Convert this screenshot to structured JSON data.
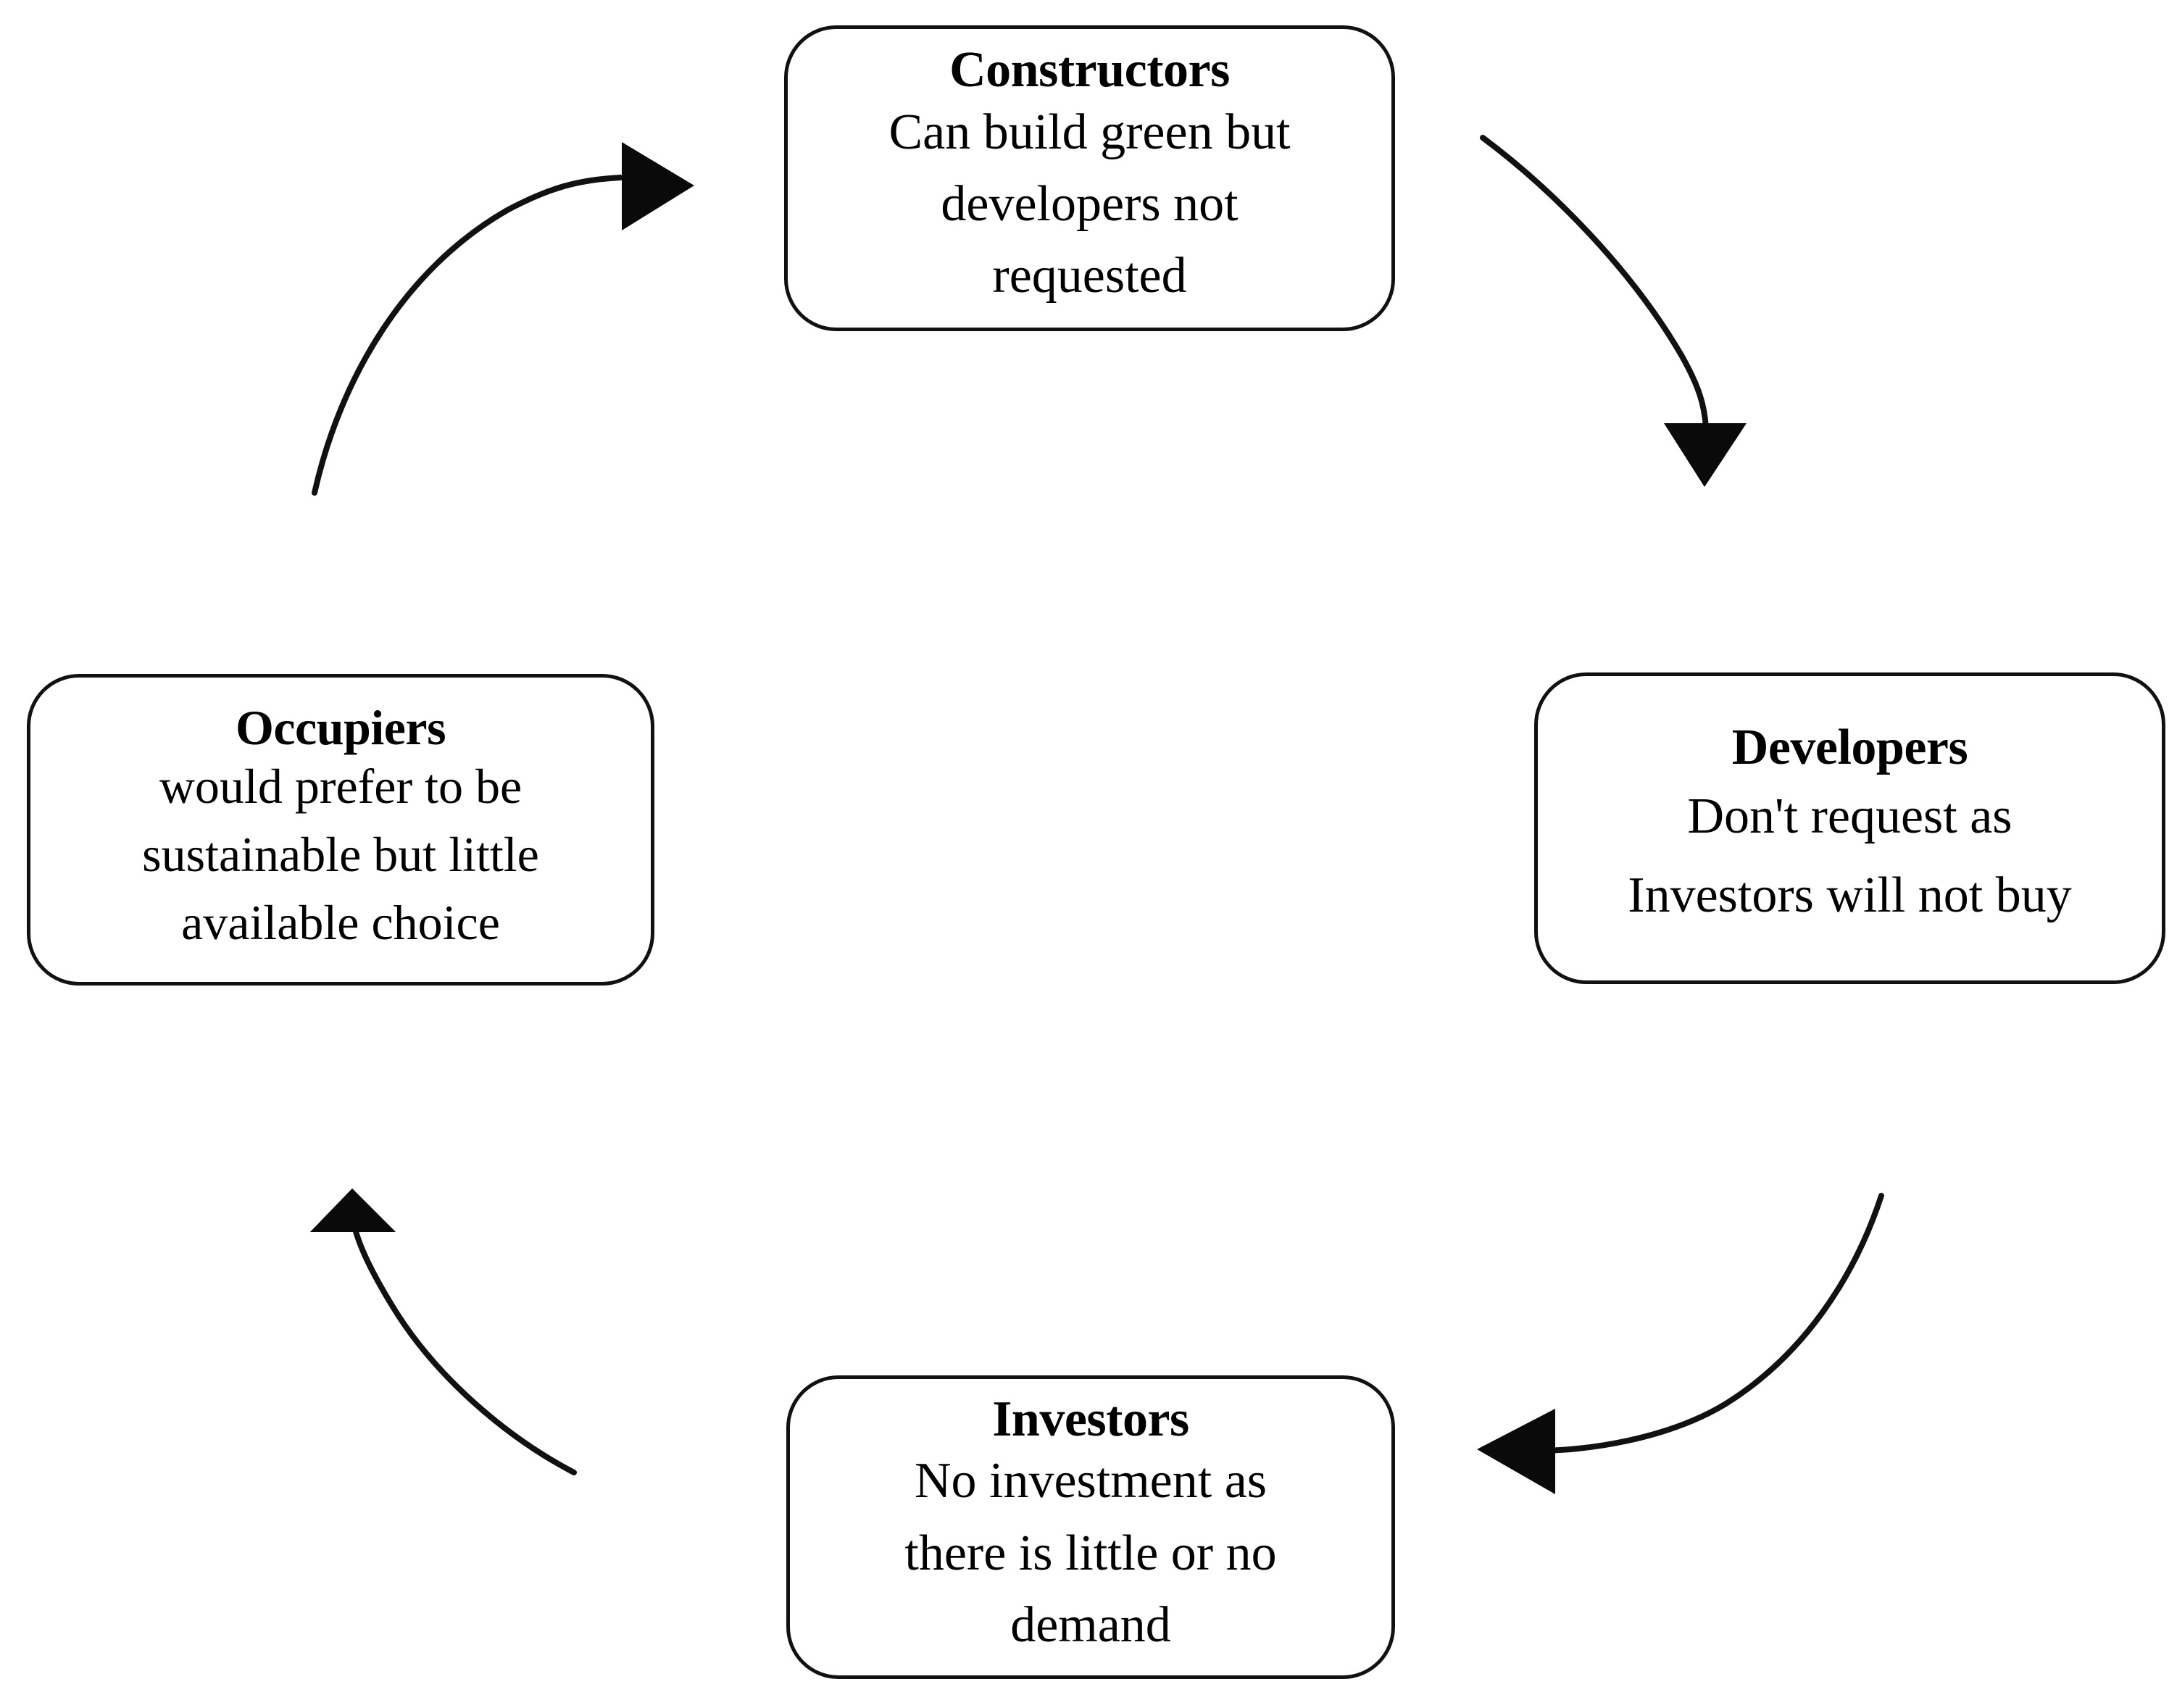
{
  "diagram": {
    "type": "cycle",
    "background_color": "#ffffff",
    "stroke_color": "#111111",
    "text_color": "#000000",
    "nodes": [
      {
        "id": "constructors",
        "title": "Constructors",
        "lines": [
          "Can build green but",
          "developers not",
          "requested"
        ],
        "position": "top"
      },
      {
        "id": "developers",
        "title": "Developers",
        "lines": [
          "Don't request as",
          "Investors will not buy"
        ],
        "position": "right"
      },
      {
        "id": "investors",
        "title": "Investors",
        "lines": [
          "No investment as",
          "there is little or no",
          "demand"
        ],
        "position": "bottom"
      },
      {
        "id": "occupiers",
        "title": "Occupiers",
        "lines": [
          "would prefer to be",
          "sustainable but little",
          "available choice"
        ],
        "position": "left"
      }
    ],
    "arrows": [
      {
        "id": "arrow-constructors-to-developers",
        "from": "constructors",
        "to": "developers",
        "direction": "down-right"
      },
      {
        "id": "arrow-developers-to-investors",
        "from": "developers",
        "to": "investors",
        "direction": "down-left"
      },
      {
        "id": "arrow-investors-to-occupiers",
        "from": "investors",
        "to": "occupiers",
        "direction": "up-left"
      },
      {
        "id": "arrow-occupiers-to-constructors",
        "from": "occupiers",
        "to": "constructors",
        "direction": "up-right"
      }
    ]
  }
}
